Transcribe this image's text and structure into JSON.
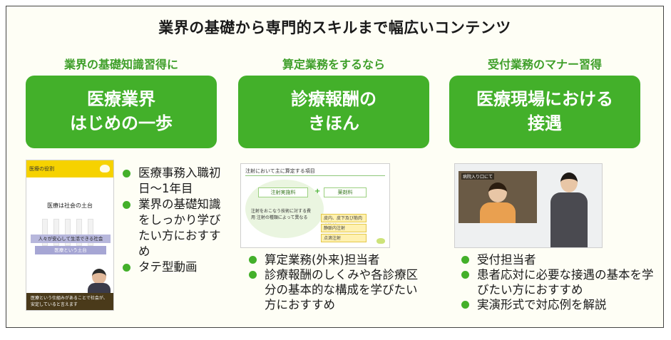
{
  "title": "業界の基礎から専門的スキルまで幅広いコンテンツ",
  "columns": [
    {
      "subtitle": "業界の基礎知識習得に",
      "box_lines": [
        "医療業界",
        "はじめの一歩"
      ],
      "thumbnail": {
        "top_label": "医療の役割",
        "headline": "医療は社会の土台",
        "band1": "人々が安心して生活できる社会",
        "band2": "医療という土台",
        "bottom_text": "医療という仕組みがあることで社会が、安定していると言えます"
      },
      "bullets": [
        "医療事務入職初日～1年目",
        "業界の基礎知識をしっかり学びたい方におすすめ",
        "タテ型動画"
      ]
    },
    {
      "subtitle": "算定業務をするなら",
      "box_lines": [
        "診療報酬の",
        "きほん"
      ],
      "thumbnail": {
        "title": "注射において主に算定する項目",
        "box_left": "注射実施料",
        "box_right": "薬剤料",
        "note": "注射をおこなう技術に対する費用 注射の種類によって異なる",
        "items": [
          "皮内、皮下及び筋肉内注射",
          "静脈内注射",
          "点滴注射"
        ]
      },
      "bullets": [
        "算定業務(外来)担当者",
        "診療報酬のしくみや各診療区分の基本的な構成を学びたい方におすすめ"
      ]
    },
    {
      "subtitle": "受付業務のマナー習得",
      "box_lines": [
        "医療現場における",
        "接遇"
      ],
      "thumbnail": {
        "video_label": "病院入り口にて"
      },
      "bullets": [
        "受付担当者",
        "患者応対に必要な接遇の基本を学びたい方におすすめ",
        "実演形式で対応例を解説"
      ]
    }
  ],
  "colors": {
    "accent_green": "#43b02a",
    "subtitle_green": "#3f9f2a",
    "background": "#fefef5"
  }
}
